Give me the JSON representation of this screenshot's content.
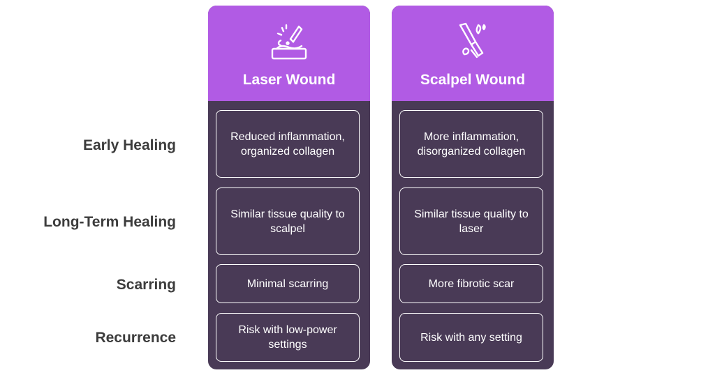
{
  "rows": [
    {
      "label": "Early Healing"
    },
    {
      "label": "Long-Term Healing"
    },
    {
      "label": "Scarring"
    },
    {
      "label": "Recurrence"
    }
  ],
  "columns": [
    {
      "title": "Laser Wound",
      "icon": "laser-wound-icon",
      "cells": [
        "Reduced inflammation, organized collagen",
        "Similar tissue quality to scalpel",
        "Minimal scarring",
        "Risk with low-power settings"
      ]
    },
    {
      "title": "Scalpel Wound",
      "icon": "scalpel-wound-icon",
      "cells": [
        "More inflammation, disorganized collagen",
        "Similar tissue quality to laser",
        "More fibrotic scar",
        "Risk with any setting"
      ]
    }
  ],
  "colors": {
    "header": "#b15be4",
    "body": "#493a56",
    "label_text": "#3c3c3c"
  }
}
